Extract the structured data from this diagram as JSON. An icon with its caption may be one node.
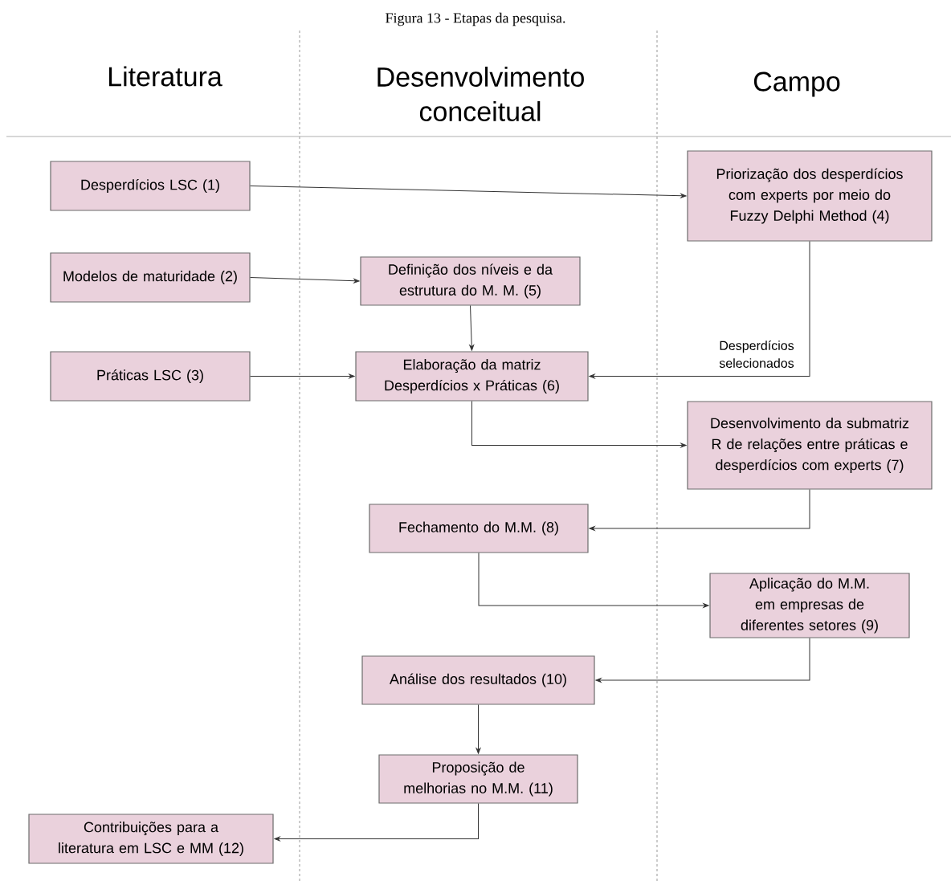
{
  "diagram": {
    "title": "Figura 13 - Etapas da pesquisa.",
    "nodes": [
      {
        "text": [
          "Desperdícios LSC (1)"
        ]
      },
      {
        "text": [
          "Modelos de maturidade (2)"
        ]
      },
      {
        "text": [
          "Práticas LSC (3)"
        ]
      },
      {
        "text": [
          "Priorização dos desperdícios com experts por meio do Fuzzy Delphi Method (4)"
        ]
      },
      {
        "text": [
          "Definição dos níveis e da estrutura do M. M. (5)"
        ]
      },
      {
        "text": [
          "Elaboração da matriz Desperdícios x Práticas (6)"
        ]
      },
      {
        "text": [
          "Desenvolvimento da submatriz R de relações entre práticas e desperdícios com experts (7)"
        ]
      },
      {
        "text": [
          "Fechamento do M.M. (8)"
        ]
      },
      {
        "text": [
          "Aplicação do M.M. em empresas de diferentes setores (9)"
        ]
      },
      {
        "text": [
          "Análise dos resultados (10)"
        ]
      },
      {
        "text": [
          "Proposição de melhorias no M.M. (11)"
        ]
      },
      {
        "text": [
          "Contribuições para a literatura em LSC e MM (12)"
        ]
      }
    ],
    "edges": [
      {
        "from": 0,
        "to": 3,
        "arrow": "to"
      },
      {
        "from": 1,
        "to": 4,
        "arrow": "to"
      },
      {
        "from": 2,
        "to": 5,
        "arrow": "to"
      },
      {
        "from": 4,
        "to": 5,
        "arrow": "to"
      },
      {
        "from": 3,
        "to": 5,
        "arrow": "to",
        "label": "Desperdícios selecionados"
      },
      {
        "from": 5,
        "to": 6,
        "arrow": "to"
      },
      {
        "from": 6,
        "to": 7,
        "arrow": "to"
      },
      {
        "from": 7,
        "to": 8,
        "arrow": "to"
      },
      {
        "from": 8,
        "to": 9,
        "arrow": "to"
      },
      {
        "from": 9,
        "to": 10,
        "arrow": "to"
      },
      {
        "from": 10,
        "to": 11,
        "arrow": "to"
      }
    ],
    "labels": [
      "Literatura",
      "Desenvolvimento conceitual",
      "Campo"
    ]
  }
}
